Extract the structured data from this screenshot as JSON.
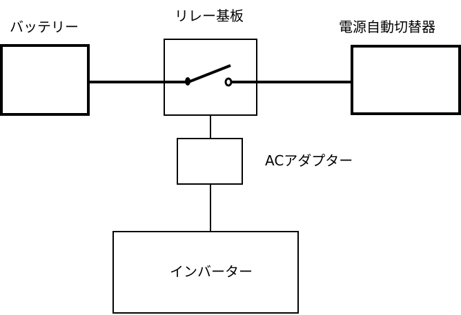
{
  "labels": {
    "battery": "バッテリー",
    "relay_board": "リレー基板",
    "auto_switch": "電源自動切替器",
    "ac_adapter": "ACアダプター",
    "inverter": "インバーター"
  }
}
